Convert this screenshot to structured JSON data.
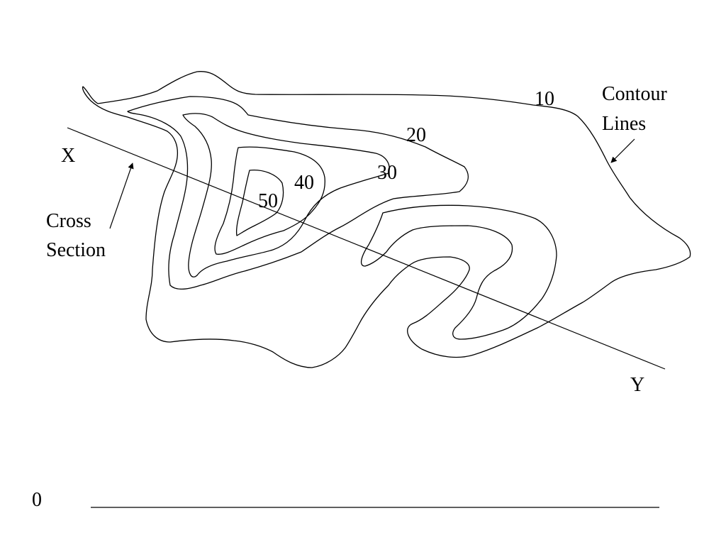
{
  "contour_labels": {
    "c10": "10",
    "c20": "20",
    "c30": "30",
    "c40": "40",
    "c50": "50"
  },
  "annotations": {
    "contour_lines_line1": "Contour",
    "contour_lines_line2": "Lines",
    "cross_section_line1": "Cross",
    "cross_section_line2": "Section",
    "point_x": "X",
    "point_y": "Y"
  },
  "profile_axis": {
    "zero_label": "0"
  },
  "colors": {
    "ink": "#000000",
    "background": "#ffffff"
  }
}
